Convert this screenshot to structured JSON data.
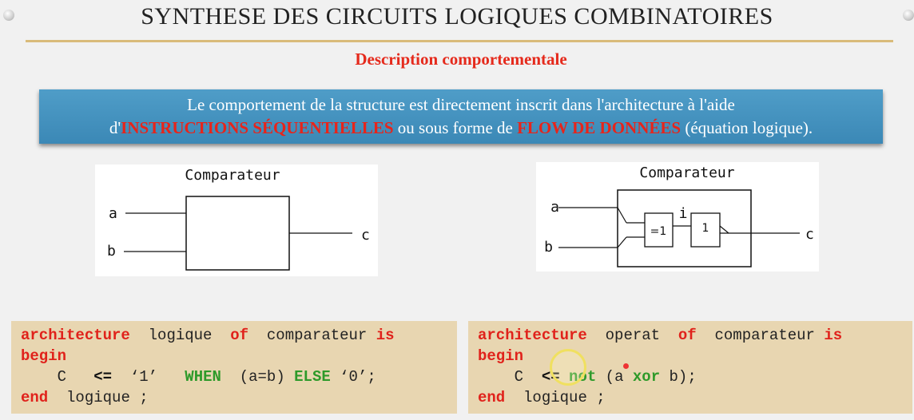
{
  "slide": {
    "title": "SYNTHESE DES CIRCUITS LOGIQUES COMBINATOIRES",
    "subtitle": "Description comportementale"
  },
  "banner": {
    "line1": "Le comportement de la structure est directement inscrit dans l'architecture à l'aide",
    "line2_prefix": "d'",
    "line2_highlight1": "INSTRUCTIONS SÉQUENTIELLES",
    "line2_middle": " ou sous forme de ",
    "line2_highlight2": "FLOW DE DONNÉES",
    "line2_suffix": " (équation logique)."
  },
  "diagram_left": {
    "title": "Comparateur",
    "input_a": "a",
    "input_b": "b",
    "output_c": "c"
  },
  "diagram_right": {
    "title": "Comparateur",
    "input_a": "a",
    "input_b": "b",
    "output_c": "c",
    "xor_gate_label": "=1",
    "not_gate_label": "1",
    "signal_label": "i"
  },
  "code_left": {
    "kw_architecture": "architecture",
    "arch_name": "logique",
    "kw_of": "of",
    "entity_name": "comparateur",
    "kw_is": "is",
    "kw_begin": "begin",
    "signal": "C",
    "assign_op": "<=",
    "value_true": "‘1’",
    "kw_when": "WHEN",
    "condition": "(a=b)",
    "kw_else": "ELSE",
    "value_false": "‘0’;",
    "kw_end": "end",
    "end_name": "logique ;"
  },
  "code_right": {
    "kw_architecture": "architecture",
    "arch_name": "operat",
    "kw_of": "of",
    "entity_name": "comparateur",
    "kw_is": "is",
    "kw_begin": "begin",
    "signal": "C",
    "assign_op": "<=",
    "kw_not": "not",
    "paren_open": "(a",
    "kw_xor": "xor",
    "operand_end": "b);",
    "kw_end": "end",
    "end_name": "logique ;"
  },
  "colors": {
    "keyword_red": "#e0221b",
    "keyword_green": "#2e9a2a",
    "banner_blue": "#4296c2",
    "code_bg": "#e8d6b1"
  }
}
